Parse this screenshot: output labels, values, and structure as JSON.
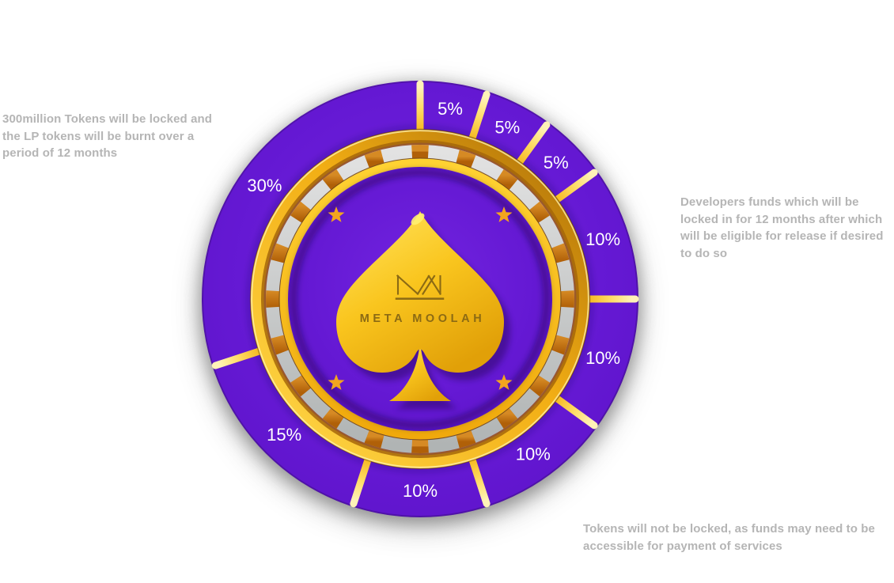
{
  "brand": {
    "name": "META MOOLAH",
    "logo": "crown-icon"
  },
  "chart_data": {
    "type": "pie",
    "title": "Meta Moolah token allocation poker chip",
    "unit": "%",
    "direction": "clockwise",
    "start_angle_deg": 0,
    "total": 100,
    "segments": [
      {
        "label": "5%",
        "value": 5
      },
      {
        "label": "5%",
        "value": 5
      },
      {
        "label": "5%",
        "value": 5
      },
      {
        "label": "10%",
        "value": 10
      },
      {
        "label": "10%",
        "value": 10
      },
      {
        "label": "10%",
        "value": 10
      },
      {
        "label": "10%",
        "value": 10
      },
      {
        "label": "15%",
        "value": 15
      },
      {
        "label": "30%",
        "value": 30
      }
    ],
    "segment_label_color": "#ffffff",
    "legend": "none",
    "grid": false
  },
  "annotations": {
    "locked_lp": "300million Tokens will be locked and\nthe LP tokens will be burnt over a\nperiod of 12 months",
    "developer_funds": "Developers funds which will be\nlocked in for 12 months after which\nwill be eligible for release if desired\nto do so",
    "service_funds": "Tokens will not be locked, as funds may need to be\naccessible for payment of services"
  },
  "colors": {
    "chip_purple": "#6519d4",
    "chip_purple_light": "#7224e0",
    "chip_purple_dark": "#5a10c4",
    "gold_bright": "#ffd84a",
    "gold_mid": "#f2ae14",
    "gold_deep": "#c27a0b",
    "divider_cream": "#fff2b8",
    "silver_light": "#e2e2e2",
    "silver_dark": "#b0b4b4",
    "orange_dash": "#ca7b18",
    "spade_light": "#ffdf52",
    "spade_mid": "#f9c51e",
    "spade_dark": "#e1a008",
    "crown_brown": "#8b6a14",
    "star_orange": "#f2a51f",
    "label_white": "#ffffff",
    "annotation_gray": "#b5b5b5"
  }
}
